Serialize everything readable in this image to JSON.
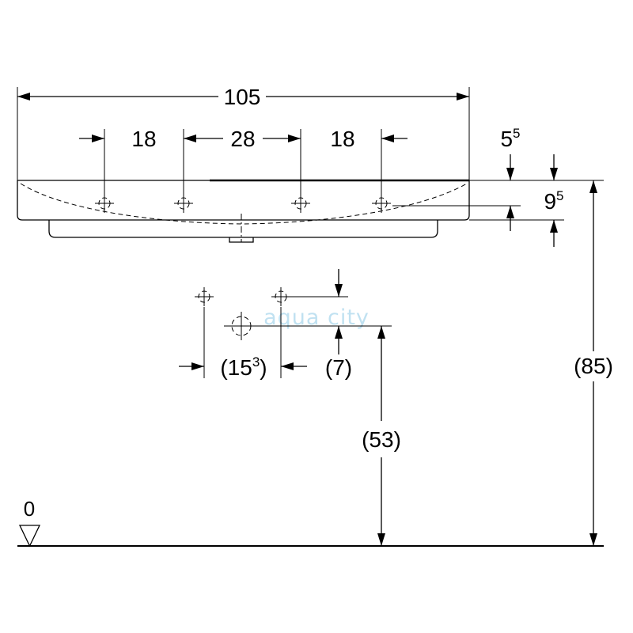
{
  "dimensions": {
    "overall_width": "105",
    "hole_spacing_left": "18",
    "hole_spacing_middle": "28",
    "hole_spacing_right": "18",
    "rim_to_hole": {
      "base": "5",
      "sup": "5"
    },
    "rim_height": {
      "base": "9",
      "sup": "5"
    },
    "total_height": "(85)",
    "outlet_height": "(53)",
    "outlet_spacing": {
      "base": "(15",
      "sup": "3",
      "close": ")"
    },
    "outlet_offset": "(7)",
    "floor_level": "0"
  },
  "watermark": "aqua city",
  "colors": {
    "line": "#000000",
    "watermark": "#8ecae6"
  }
}
